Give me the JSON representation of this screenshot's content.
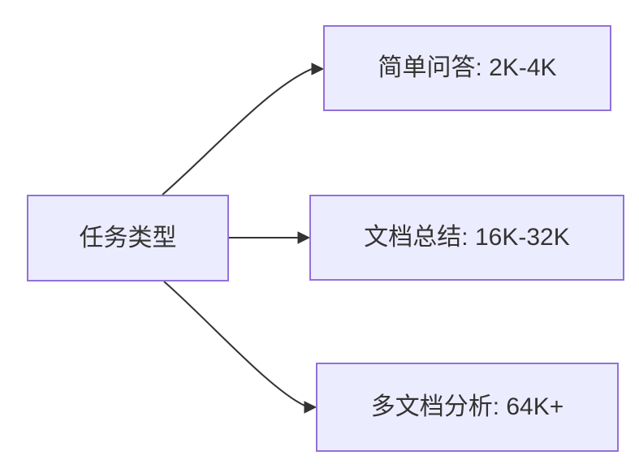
{
  "diagram": {
    "type": "flowchart-left-to-right",
    "root": {
      "id": "task-type",
      "label": "任务类型"
    },
    "branches": [
      {
        "id": "simple-qa",
        "label": "简单问答: 2K-4K"
      },
      {
        "id": "doc-summary",
        "label": "文档总结: 16K-32K"
      },
      {
        "id": "multi-doc",
        "label": "多文档分析: 64K+"
      }
    ],
    "edges": [
      {
        "from": "task-type",
        "to": "simple-qa"
      },
      {
        "from": "task-type",
        "to": "doc-summary"
      },
      {
        "from": "task-type",
        "to": "multi-doc"
      }
    ],
    "colors": {
      "node_fill": "#ECECFF",
      "node_border": "#9370DB",
      "text": "#333333",
      "arrow": "#333333",
      "background": "#FFFFFF"
    }
  }
}
